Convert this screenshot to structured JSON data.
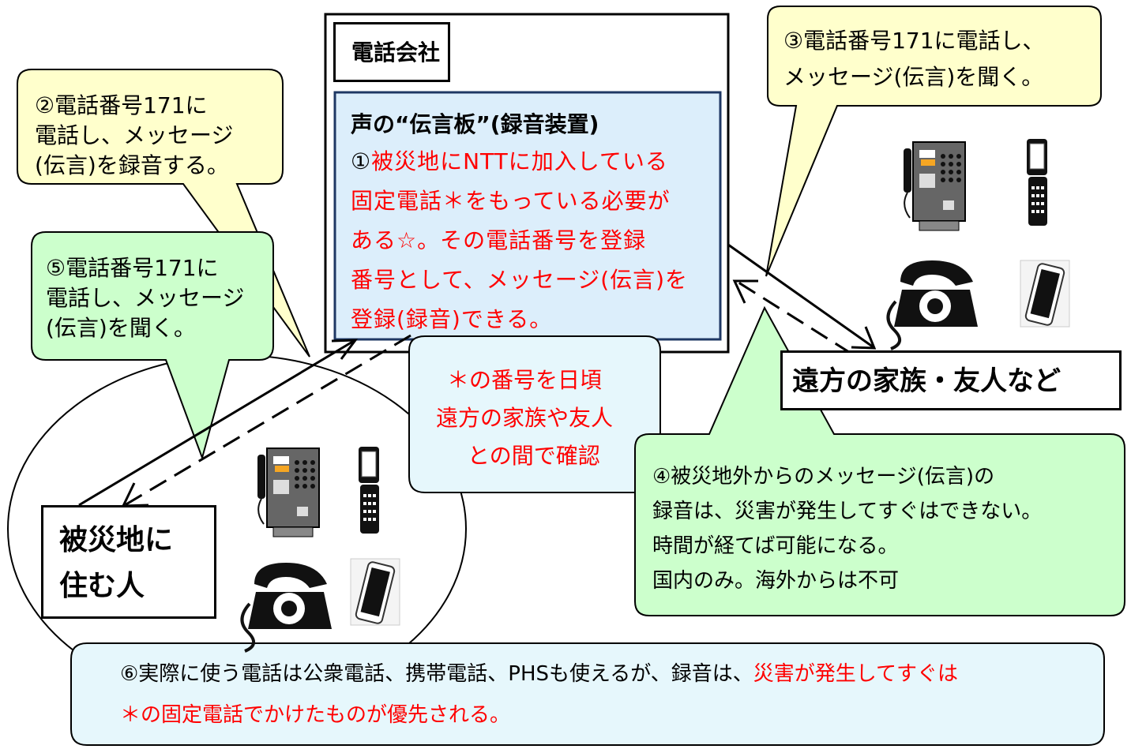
{
  "company": {
    "title": "電話会社",
    "board_title": "声の“伝言板”(録音装置)",
    "note1_lines": [
      [
        {
          "t": "①",
          "red": false
        },
        {
          "t": "被災地にNTTに加入している",
          "red": true
        }
      ],
      [
        {
          "t": "固定電話＊をもっている必要が",
          "red": true
        }
      ],
      [
        {
          "t": "ある☆。その電話番号を登録",
          "red": true
        }
      ],
      [
        {
          "t": "番号として、メッセージ(伝言)を",
          "red": true
        }
      ],
      [
        {
          "t": "登録(録音)できる。",
          "red": true
        }
      ]
    ]
  },
  "callouts": {
    "step2": [
      "②電話番号171に",
      "電話し、メッセージ",
      "(伝言)を録音する。"
    ],
    "step3": [
      "③電話番号171に電話し、",
      "メッセージ(伝言)を聞く。"
    ],
    "step5": [
      "⑤電話番号171に",
      "電話し、メッセージ",
      "(伝言)を聞く。"
    ],
    "asterisk_note": [
      "＊の番号を日頃",
      "遠方の家族や友人",
      "との間で確認"
    ],
    "step4": [
      "④被災地外からのメッセージ(伝言)の",
      "録音は、災害が発生してすぐはできない。",
      "時間が経てば可能になる。",
      "国内のみ。海外からは不可"
    ],
    "step6": [
      [
        {
          "t": "⑥実際に使う電話は公衆電話、携帯電話、PHSも使えるが、録音は、",
          "red": false
        },
        {
          "t": "災害が発生してすぐは",
          "red": true
        }
      ],
      [
        {
          "t": "＊の固定電話でかけたものが優先される。",
          "red": true
        }
      ]
    ]
  },
  "labels": {
    "victim": [
      "被災地に",
      "住む人"
    ],
    "family": "遠方の家族・友人など"
  },
  "icons": [
    "payphone-icon",
    "flip-phone-icon",
    "rotary-phone-icon",
    "smartphone-icon"
  ],
  "colors": {
    "yellow_callout": "#ffffcc",
    "green_callout": "#ccffcc",
    "blue_callout": "#e6f7fc",
    "board_fill": "#dceefb",
    "board_border": "#1f3864",
    "red_text": "#ff0000"
  }
}
